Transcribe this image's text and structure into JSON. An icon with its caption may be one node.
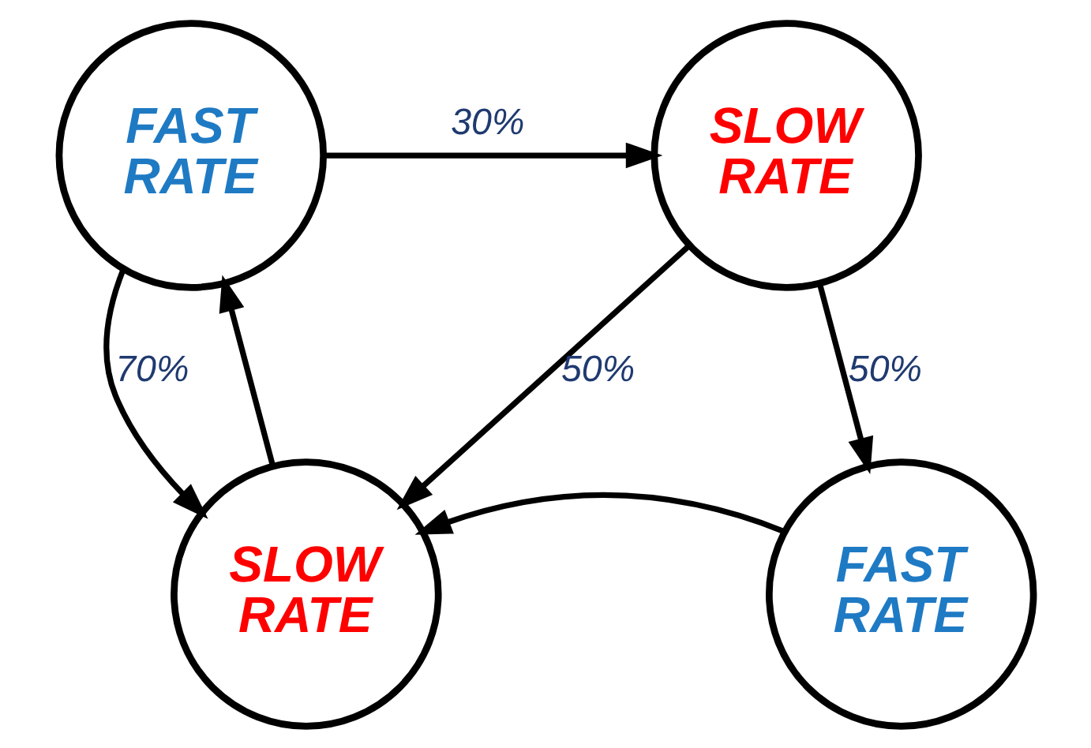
{
  "diagram": {
    "nodes": [
      {
        "text": [
          "FAST RATE"
        ]
      },
      {
        "text": [
          "SLOW RATE"
        ]
      },
      {
        "text": [
          "SLOW RATE"
        ]
      },
      {
        "text": [
          "FAST RATE"
        ]
      }
    ],
    "edges": [
      {
        "from": 0,
        "to": 1,
        "arrow": "to",
        "label": "30%"
      },
      {
        "from": 0,
        "to": 2,
        "arrow": "to",
        "label": "70%"
      },
      {
        "from": 1,
        "to": 2,
        "arrow": "to",
        "label": "50%"
      },
      {
        "from": 1,
        "to": 3,
        "arrow": "to",
        "label": "50%"
      },
      {
        "from": 3,
        "to": 2,
        "arrow": "to"
      },
      {
        "from": 2,
        "to": 0,
        "arrow": "to"
      }
    ]
  }
}
